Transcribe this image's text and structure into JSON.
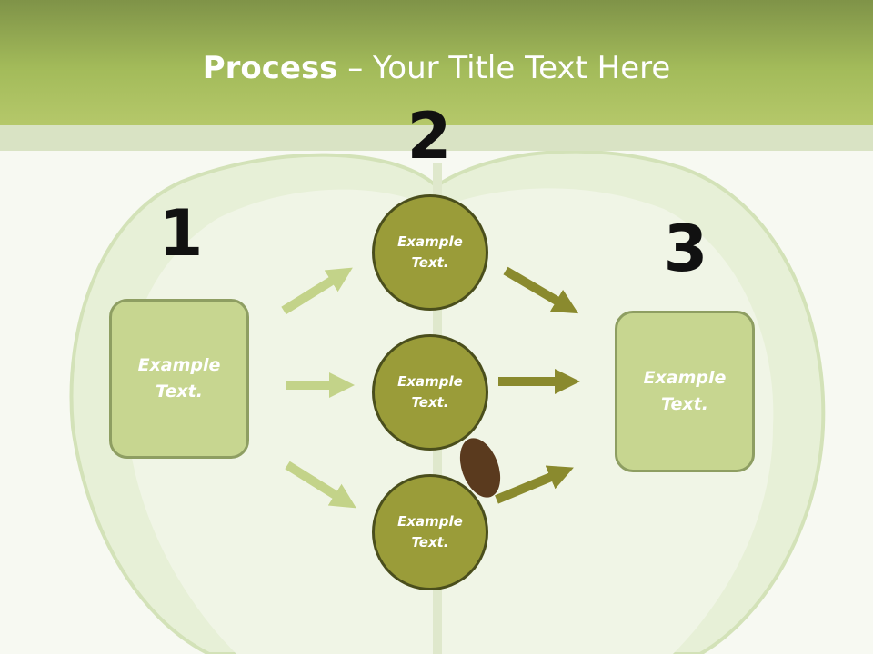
{
  "title": {
    "bold": "Process",
    "rest": " – Your Title Text Here"
  },
  "steps": [
    {
      "number": "1",
      "text": "Example Text."
    },
    {
      "number": "2",
      "items": [
        "Example Text.",
        "Example Text.",
        "Example Text."
      ]
    },
    {
      "number": "3",
      "text": "Example Text."
    }
  ],
  "colors": {
    "header": "#a3bb5a",
    "box_fill": "#c7d690",
    "circle_fill": "#9a9c39",
    "arrow_light": "#c3d389",
    "arrow_dark": "#8a8a2e"
  }
}
